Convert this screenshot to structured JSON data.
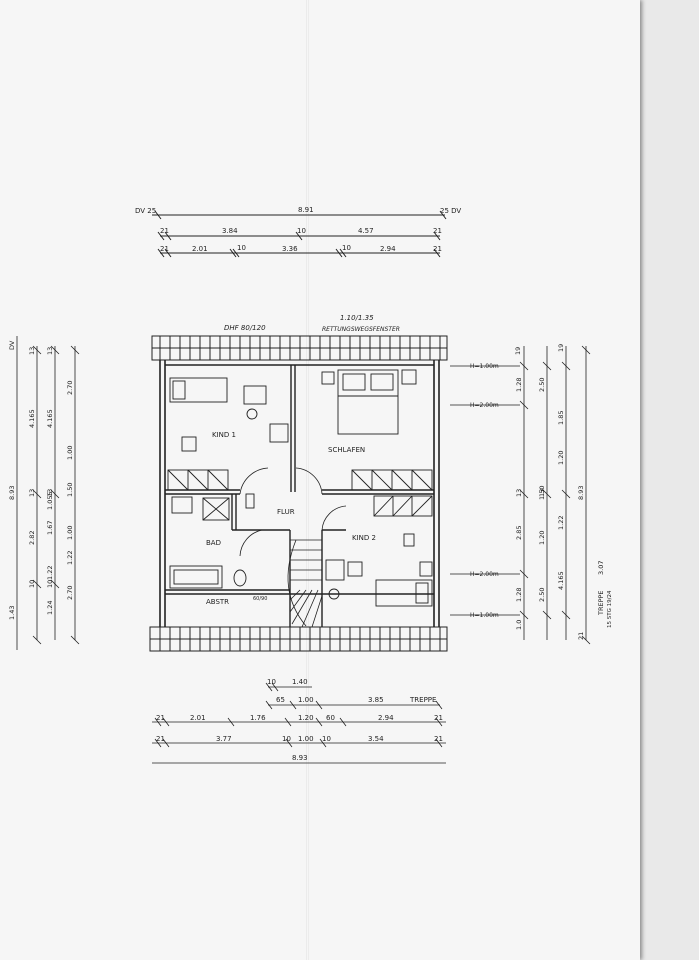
{
  "top_dims": {
    "dv_left": "DV 25",
    "dv_right": "25 DV",
    "overall": "8.91",
    "row2": {
      "left_small": "21",
      "seg1": "3.84",
      "mid_small": "10",
      "seg2": "4.57",
      "right_small": "21"
    },
    "row3": {
      "left_small": "21",
      "seg1": "2.01",
      "small_a": "10",
      "seg2": "3.36",
      "small_b": "10",
      "seg3": "2.94",
      "right_small": "21"
    }
  },
  "top_notes": {
    "left": "DHF 80/120",
    "right_a": "1.10/1.35",
    "right_b": "RETTUNGSWEGSFENSTER"
  },
  "rooms": {
    "kind1": "KIND 1",
    "schlafen": "SCHLAFEN",
    "flur": "FLUR",
    "bad": "BAD",
    "kind2": "KIND 2",
    "abstr": "ABSTR",
    "door_note": "60/90"
  },
  "right_labels": {
    "h100_top": "H=1.00m",
    "h200_top": "H=2.00m",
    "h200_bot": "H=2.00m",
    "h100_bot": "H=1.00m"
  },
  "right_dims": {
    "c1": [
      "1.28",
      "2.85",
      "1.28",
      "1.0"
    ],
    "c2": [
      "2.50",
      "1.50",
      "1.20",
      "2.50"
    ],
    "c3": [
      "1.85",
      "1.20",
      "1.22",
      "4.165"
    ],
    "c4": [
      "8.93",
      "3.07"
    ],
    "ticks": [
      "19",
      "19",
      "13",
      "13",
      "21"
    ],
    "treppe": "TREPPE",
    "treppe_stg": "15 STG 19/24"
  },
  "left_dims": {
    "c1": [
      "1.43",
      "2.82",
      "8.93"
    ],
    "c2": [
      "4.165",
      "1.67",
      "1.24"
    ],
    "c3": [
      "4.165",
      "1.055",
      "1.22"
    ],
    "c4": [
      "2.70",
      "1.00",
      "1.50",
      "1.00",
      "1.22",
      "2.70"
    ],
    "ticks": [
      "13",
      "13",
      "13",
      "13",
      "10",
      "10"
    ],
    "dv": "DV"
  },
  "bottom_dims": {
    "row1": {
      "small": "10",
      "seg": "1.40"
    },
    "row2": {
      "a": "65",
      "b": "1.00",
      "c": "3.85",
      "label": "TREPPE"
    },
    "row3": {
      "left_small": "21",
      "seg1": "2.01",
      "seg2": "1.76",
      "seg3": "1.20",
      "seg4": "60",
      "seg5": "2.94",
      "right_small": "21"
    },
    "row4": {
      "left_small": "21",
      "seg1": "3.77",
      "small_a": "10",
      "seg2": "1.00",
      "small_b": "10",
      "seg3": "3.54",
      "right_small": "21"
    },
    "overall": "8.93"
  },
  "colors": {
    "ink": "#222222",
    "paper": "#f6f6f6"
  }
}
